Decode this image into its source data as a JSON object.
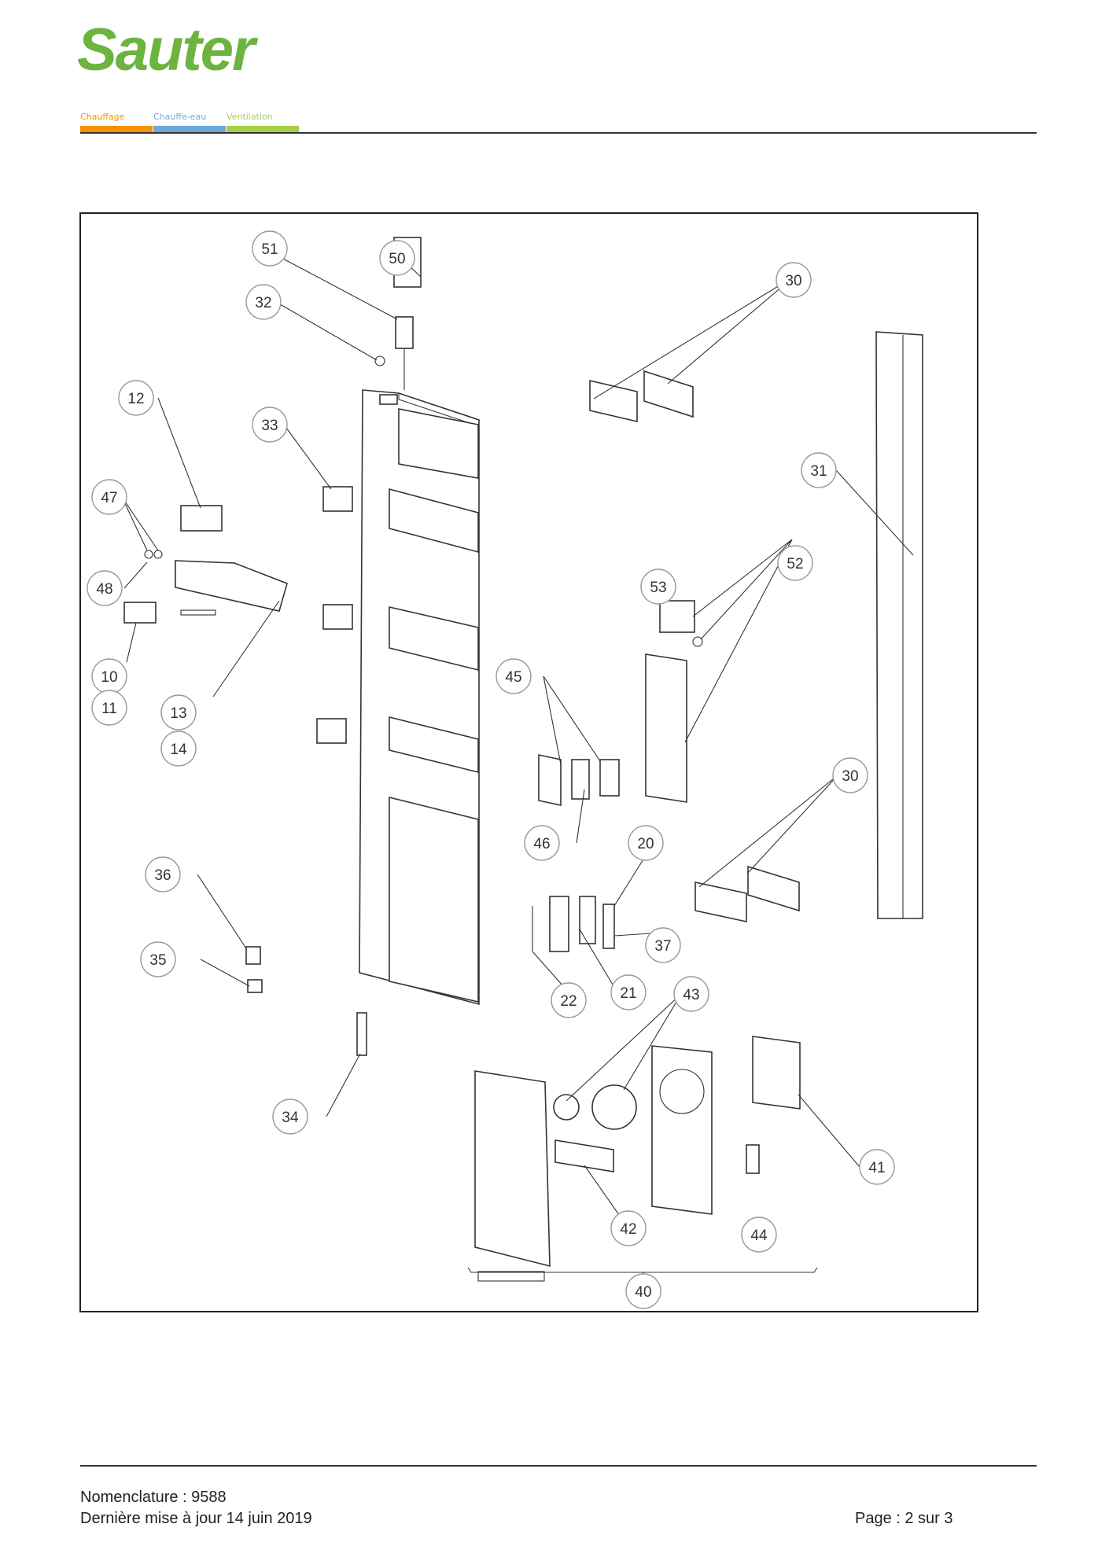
{
  "header": {
    "brand": "Sauter",
    "brand_color": "#6cb33f",
    "tagline": [
      {
        "label": "Chauffage",
        "color": "#f39200"
      },
      {
        "label": "Chauffe-eau",
        "color": "#6fa8dc"
      },
      {
        "label": "Ventilation",
        "color": "#a6cf4b"
      }
    ]
  },
  "diagram": {
    "callouts": [
      "51",
      "50",
      "32",
      "30",
      "12",
      "33",
      "31",
      "47",
      "52",
      "53",
      "48",
      "45",
      "10",
      "11",
      "13",
      "14",
      "30",
      "46",
      "20",
      "36",
      "37",
      "35",
      "22",
      "21",
      "43",
      "34",
      "41",
      "42",
      "44",
      "40"
    ]
  },
  "footer": {
    "nomenclature": "Nomenclature : 9588",
    "updated": "Dernière mise à jour 14 juin 2019",
    "page": "Page : 2 sur 3"
  }
}
